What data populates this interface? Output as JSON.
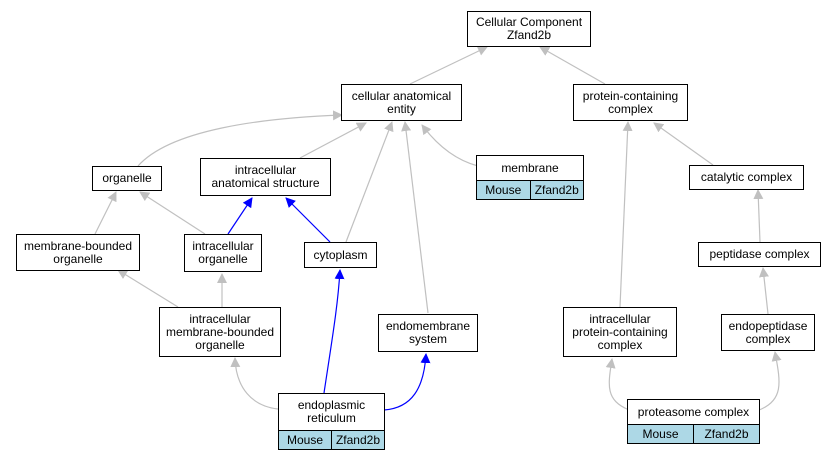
{
  "nodes": {
    "root": "Cellular Component\nZfand2b",
    "cae": "cellular anatomical\nentity",
    "pcc": "protein-containing\ncomplex",
    "organelle": "organelle",
    "ias": "intracellular\nanatomical structure",
    "membrane": "membrane",
    "catalytic": "catalytic complex",
    "mbo": "membrane-bounded\norganelle",
    "io": "intracellular\norganelle",
    "cytoplasm": "cytoplasm",
    "peptidase": "peptidase complex",
    "imbo": "intracellular\nmembrane-bounded\norganelle",
    "endomem": "endomembrane\nsystem",
    "ipcc": "intracellular\nprotein-containing\ncomplex",
    "endopep": "endopeptidase\ncomplex",
    "er": "endoplasmic\nreticulum",
    "proteasome": "proteasome complex"
  },
  "annotations": {
    "membrane": [
      "Mouse",
      "Zfand2b"
    ],
    "er": [
      "Mouse",
      "Zfand2b"
    ],
    "proteasome": [
      "Mouse",
      "Zfand2b"
    ]
  },
  "colors": {
    "is_a_edge": "#c0c0c0",
    "part_of_edge": "#0000ff",
    "annotation_fill": "#add8e6"
  }
}
